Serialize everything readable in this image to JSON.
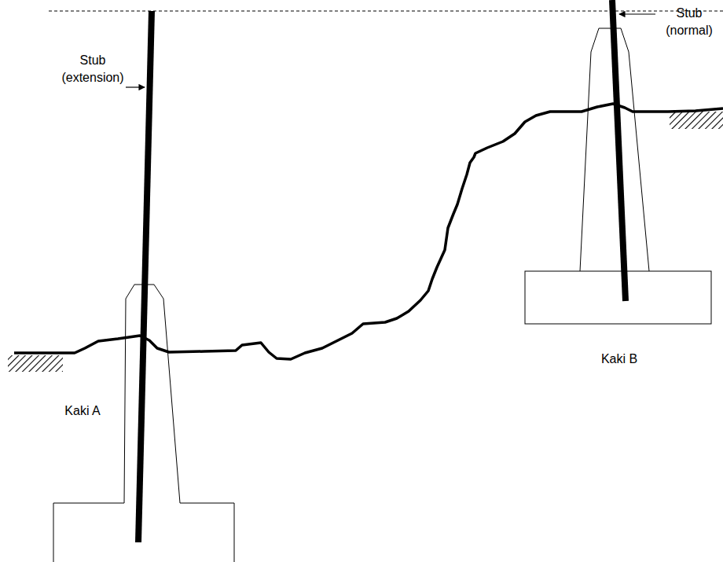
{
  "diagram": {
    "labels": [
      "Stub (extension)",
      "Stub (normal)",
      "Kaki A",
      "Kaki B"
    ]
  }
}
